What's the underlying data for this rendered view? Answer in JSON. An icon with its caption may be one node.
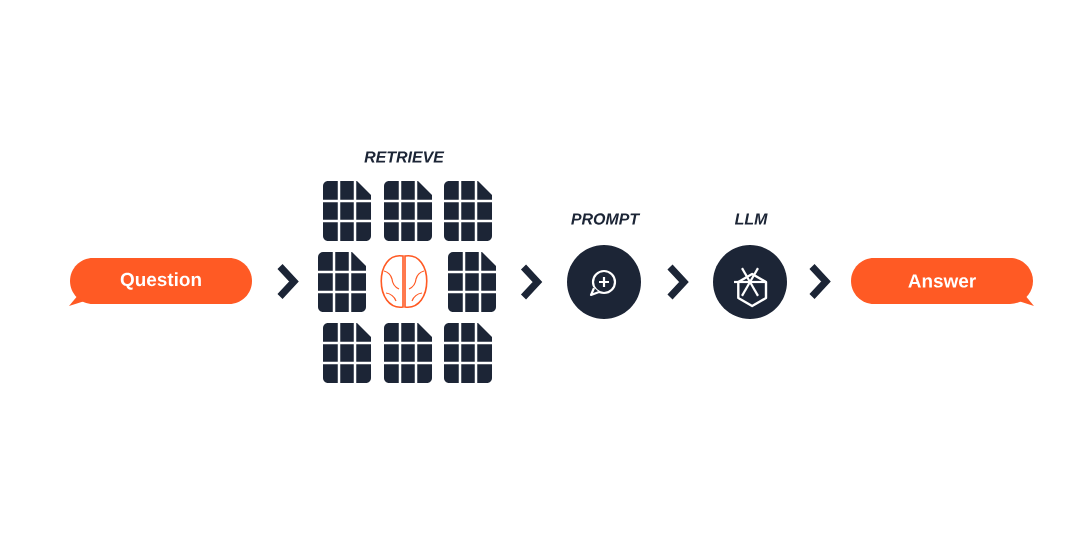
{
  "diagram": {
    "nodes": [
      {
        "text": [
          "Question"
        ]
      },
      {
        "text": [
          "RETRIEVE"
        ]
      },
      {
        "text": [
          "PROMPT"
        ]
      },
      {
        "text": [
          "LLM"
        ]
      },
      {
        "text": [
          "Answer"
        ]
      }
    ],
    "edges": [
      {
        "from": 0,
        "to": 1,
        "arrow": "to"
      },
      {
        "from": 1,
        "to": 2,
        "arrow": "to"
      },
      {
        "from": 2,
        "to": 3,
        "arrow": "to"
      },
      {
        "from": 3,
        "to": 4,
        "arrow": "to"
      }
    ]
  }
}
